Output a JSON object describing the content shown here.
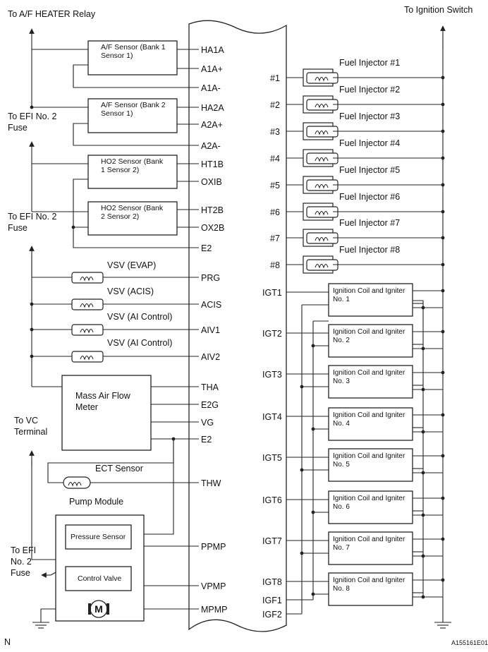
{
  "corner_label": "N",
  "figure_code": "A155161E01",
  "left_top_label": "To A/F HEATER Relay",
  "right_top_label": "To Ignition Switch",
  "efi_fuse_label_1": [
    "To EFI No. 2",
    "Fuse"
  ],
  "efi_fuse_label_2": [
    "To EFI No. 2",
    "Fuse"
  ],
  "vc_label": [
    "To VC",
    "Terminal"
  ],
  "efi_fuse_label_3": [
    "To EFI",
    "No. 2",
    "Fuse"
  ],
  "sensors": [
    {
      "lines": [
        "A/F Sensor (Bank 1",
        "Sensor 1)"
      ]
    },
    {
      "lines": [
        "A/F Sensor (Bank 2",
        "Sensor 1)"
      ]
    },
    {
      "lines": [
        "HO2 Sensor (Bank",
        "1 Sensor 2)"
      ]
    },
    {
      "lines": [
        "HO2 Sensor (Bank",
        "2 Sensor 2)"
      ]
    }
  ],
  "vsv_labels": [
    "VSV (EVAP)",
    "VSV (ACIS)",
    "VSV (AI Control)",
    "VSV (AI Control)"
  ],
  "maf_label": [
    "Mass Air Flow",
    "Meter"
  ],
  "ect_label": "ECT Sensor",
  "pump_module_label": "Pump Module",
  "pressure_sensor_label": "Pressure Sensor",
  "control_valve_label": "Control Valve",
  "motor_label": "M",
  "left_pins": [
    "HA1A",
    "A1A+",
    "A1A-",
    "HA2A",
    "A2A+",
    "A2A-",
    "HT1B",
    "OXIB",
    "HT2B",
    "OX2B",
    "E2",
    "PRG",
    "ACIS",
    "AIV1",
    "AIV2",
    "THA",
    "E2G",
    "VG",
    "E2",
    "THW",
    "PPMP",
    "VPMP",
    "MPMP"
  ],
  "injector_pins": [
    "#1",
    "#2",
    "#3",
    "#4",
    "#5",
    "#6",
    "#7",
    "#8"
  ],
  "injector_labels": [
    "Fuel Injector #1",
    "Fuel Injector #2",
    "Fuel Injector #3",
    "Fuel Injector #4",
    "Fuel Injector #5",
    "Fuel Injector #6",
    "Fuel Injector #7",
    "Fuel Injector #8"
  ],
  "igt_pins": [
    "IGT1",
    "IGT2",
    "IGT3",
    "IGT4",
    "IGT5",
    "IGT6",
    "IGT7",
    "IGT8"
  ],
  "igf_pins": [
    "IGF1",
    "IGF2"
  ],
  "coil_title": "Ignition Coil and Igniter",
  "coil_numbers": [
    "No. 1",
    "No. 2",
    "No. 3",
    "No. 4",
    "No. 5",
    "No. 6",
    "No. 7",
    "No. 8"
  ]
}
